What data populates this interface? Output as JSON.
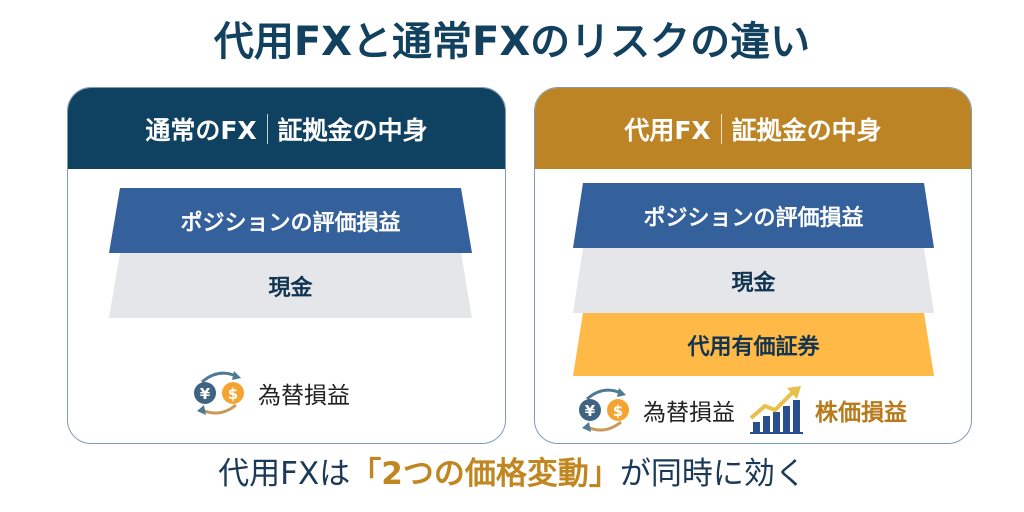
{
  "title": "代用FXと通常FXのリスクの違い",
  "colors": {
    "title": "#12415f",
    "left_header_bg": "#0f4160",
    "right_header_bg": "#bd8426",
    "layer_blue": "#34609b",
    "layer_gray": "#e4e6ea",
    "layer_yellow": "#ffb946",
    "emphasis": "#c1861f"
  },
  "left_card": {
    "header_left": "通常のFX",
    "header_right": "証拠金の中身",
    "layers": [
      {
        "label": "ポジションの評価損益"
      },
      {
        "label": "現金"
      }
    ],
    "risks": [
      {
        "icon": "currency-exchange-icon",
        "label": "為替損益"
      }
    ]
  },
  "right_card": {
    "header_left": "代用FX",
    "header_right": "証拠金の中身",
    "layers": [
      {
        "label": "ポジションの評価損益"
      },
      {
        "label": "現金"
      },
      {
        "label": "代用有価証券"
      }
    ],
    "risks": [
      {
        "icon": "currency-exchange-icon",
        "label": "為替損益"
      },
      {
        "icon": "rising-bar-chart-icon",
        "label": "株価損益"
      }
    ]
  },
  "conclusion": {
    "prefix": "代用FXは",
    "emphasis": "「2つの価格変動」",
    "suffix": "が同時に効く"
  }
}
